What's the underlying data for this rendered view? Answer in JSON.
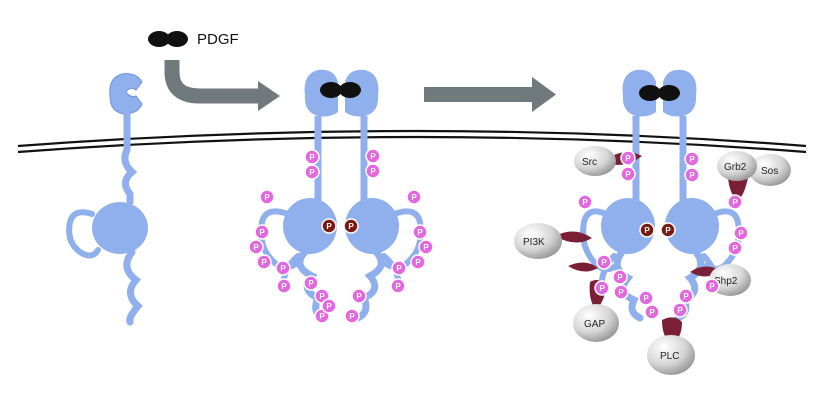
{
  "ligand_label": "PDGF",
  "phospho_label": "P",
  "effectors": {
    "src": "Src",
    "grb2": "Grb2",
    "sos": "Sos",
    "pi3k": "PI3K",
    "shp2": "Shp2",
    "gap": "GAP",
    "plc": "PLC"
  },
  "colors": {
    "receptor": "#8fb0ec",
    "receptor_dark": "#6e93dc",
    "phospho": "#e466e0",
    "phospho_kinase": "#7a1a12",
    "arrow": "#707a7c",
    "membrane": "#111111",
    "ligand": "#111111",
    "sh2": "#7a1f35",
    "effector_light": "#f4f4f4",
    "effector_dark": "#8a8a8a"
  }
}
